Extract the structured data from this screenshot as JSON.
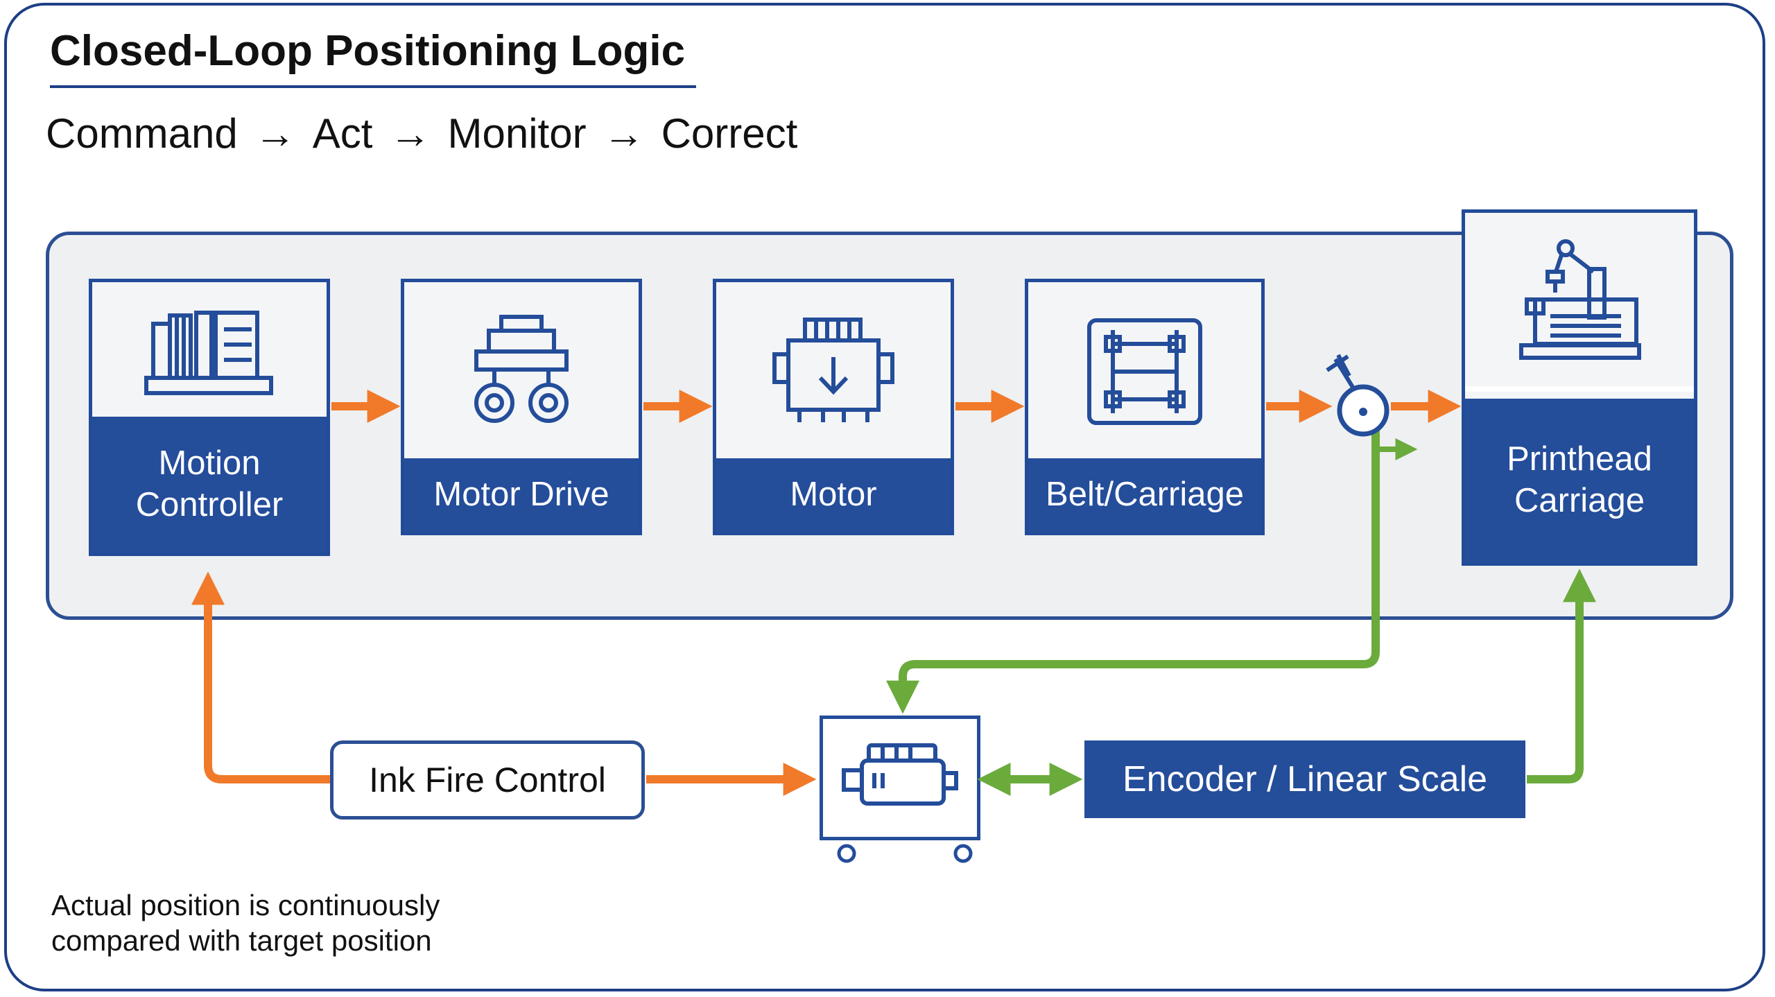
{
  "title": "Closed-Loop Positioning Logic",
  "subtitle": {
    "steps": [
      "Command",
      "Act",
      "Monitor",
      "Correct"
    ],
    "separator": "→"
  },
  "blocks": {
    "motion_controller": "Motion\nController",
    "motor_drive": "Motor Drive",
    "motor": "Motor",
    "belt_carriage": "Belt/Carriage",
    "printhead_carriage": "Printhead\nCarriage"
  },
  "ink_fire_control": "Ink Fire Control",
  "encoder": "Encoder / Linear Scale",
  "note": "Actual position is continuously compared with target position",
  "colors": {
    "primary_blue": "#244d9a",
    "command_arrow": "#f07a2a",
    "feedback_arrow": "#6aab3c",
    "panel_bg": "#eff0f2"
  },
  "icons": {
    "motion_controller": "controller-rack-icon",
    "motor_drive": "drive-cart-icon",
    "motor": "motor-icon",
    "belt_carriage": "belt-frame-icon",
    "printhead_carriage": "robot-arm-icon",
    "sensor": "wheel-sensor-icon",
    "hardware": "motor-module-icon"
  }
}
